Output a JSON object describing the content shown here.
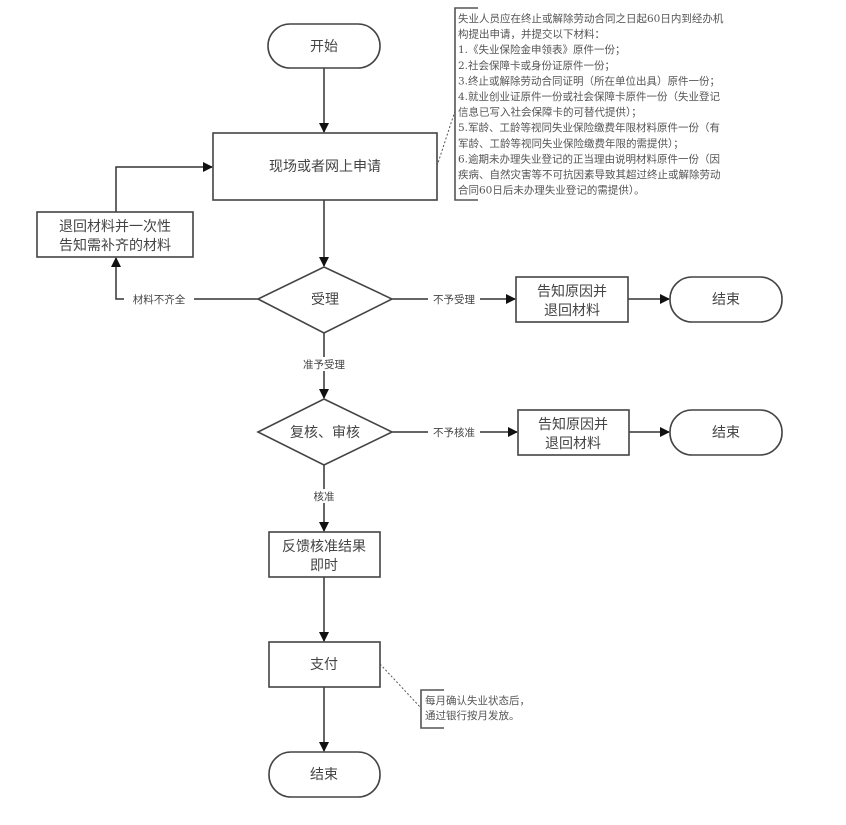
{
  "diagram": {
    "type": "flowchart",
    "nodes": {
      "start": {
        "label": "开始",
        "shape": "terminal"
      },
      "apply": {
        "label": "现场或者网上申请",
        "shape": "process"
      },
      "return_materials": {
        "label_lines": [
          "退回材料并一次性",
          "告知需补齐的材料"
        ],
        "shape": "process"
      },
      "accept": {
        "label": "受理",
        "shape": "decision"
      },
      "reject1": {
        "label_lines": [
          "告知原因并",
          "退回材料"
        ],
        "shape": "process"
      },
      "end1": {
        "label": "结束",
        "shape": "terminal"
      },
      "review": {
        "label": "复核、审核",
        "shape": "decision"
      },
      "reject2": {
        "label_lines": [
          "告知原因并",
          "退回材料"
        ],
        "shape": "process"
      },
      "end2": {
        "label": "结束",
        "shape": "terminal"
      },
      "feedback": {
        "label_lines": [
          "反馈核准结果",
          "即时"
        ],
        "shape": "process"
      },
      "pay": {
        "label": "支付",
        "shape": "process"
      },
      "end3": {
        "label": "结束",
        "shape": "terminal"
      }
    },
    "edges": [
      {
        "from": "start",
        "to": "apply",
        "label": ""
      },
      {
        "from": "apply",
        "to": "accept",
        "label": ""
      },
      {
        "from": "accept",
        "to": "return_materials",
        "label": "材料不齐全"
      },
      {
        "from": "return_materials",
        "to": "apply",
        "label": ""
      },
      {
        "from": "accept",
        "to": "reject1",
        "label": "不予受理"
      },
      {
        "from": "reject1",
        "to": "end1",
        "label": ""
      },
      {
        "from": "accept",
        "to": "review",
        "label": "准予受理"
      },
      {
        "from": "review",
        "to": "reject2",
        "label": "不予核准"
      },
      {
        "from": "reject2",
        "to": "end2",
        "label": ""
      },
      {
        "from": "review",
        "to": "feedback",
        "label": "核准"
      },
      {
        "from": "feedback",
        "to": "pay",
        "label": ""
      },
      {
        "from": "pay",
        "to": "end3",
        "label": ""
      }
    ],
    "notes": {
      "apply_note": {
        "attached_to": "apply",
        "lines": [
          "失业人员应在终止或解除劳动合同之日起60日内到经办机",
          "构提出申请，并提交以下材料：",
          "1.《失业保险金申领表》原件一份；",
          "2.社会保障卡或身份证原件一份；",
          "3.终止或解除劳动合同证明（所在单位出具）原件一份；",
          "4.就业创业证原件一份或社会保障卡原件一份（失业登记",
          "信息已写入社会保障卡的可替代提供）；",
          "5.军龄、工龄等视同失业保险缴费年限材料原件一份（有",
          "军龄、工龄等视同失业保险缴费年限的需提供）；",
          "6.逾期未办理失业登记的正当理由说明材料原件一份（因",
          "疾病、自然灾害等不可抗因素导致其超过终止或解除劳动",
          "合同60日后未办理失业登记的需提供）。"
        ]
      },
      "pay_note": {
        "attached_to": "pay",
        "lines": [
          "每月确认失业状态后，",
          "通过银行按月发放。"
        ]
      }
    }
  }
}
